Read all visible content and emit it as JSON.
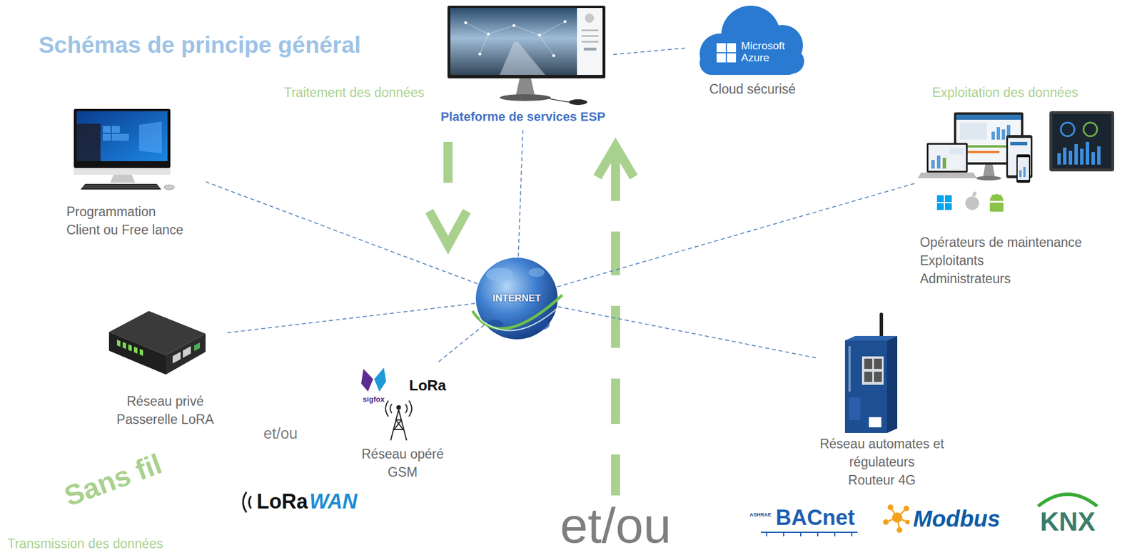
{
  "diagram": {
    "title": "Schémas de principe général",
    "nodes": [
      {
        "text": [
          "Plateforme de services ESP"
        ]
      },
      {
        "text": [
          "Microsoft Azure",
          "Cloud sécurisé"
        ]
      },
      {
        "text": [
          "Programmation Client ou Free lance"
        ]
      },
      {
        "text": [
          "Opérateurs de maintenance",
          "Exploitants",
          "Administrateurs"
        ]
      },
      {
        "text": [
          "INTERNET"
        ]
      },
      {
        "text": [
          "Réseau privé Passerelle LoRA"
        ]
      },
      {
        "text": [
          "sigfox",
          "LoRa",
          "Réseau opéré GSM"
        ]
      },
      {
        "text": [
          "Réseau automates et régulateurs",
          "Routeur 4G"
        ]
      }
    ],
    "edges": [
      {
        "from": 4,
        "to": 0,
        "arrow": "none"
      },
      {
        "from": 0,
        "to": 1,
        "arrow": "none"
      },
      {
        "from": 4,
        "to": 2,
        "arrow": "none"
      },
      {
        "from": 4,
        "to": 3,
        "arrow": "none"
      },
      {
        "from": 4,
        "to": 5,
        "arrow": "none"
      },
      {
        "from": 4,
        "to": 6,
        "arrow": "none"
      },
      {
        "from": 4,
        "to": 7,
        "arrow": "none"
      }
    ],
    "labels": [
      "Traitement des données",
      "Exploitation des données",
      "et/ou",
      "Sans fil",
      "LoRa",
      "WAN",
      "et/ou",
      "Transmission des données",
      "ASHRAE",
      "BACnet",
      "Modbus",
      "KNX"
    ]
  }
}
